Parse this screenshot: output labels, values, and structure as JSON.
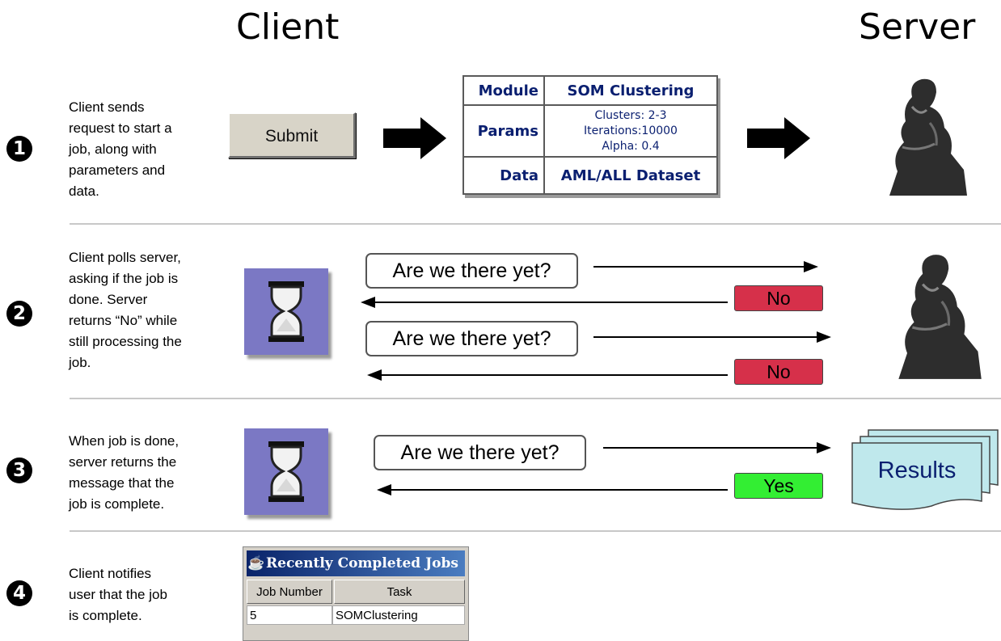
{
  "headings": {
    "client": "Client",
    "server": "Server"
  },
  "steps": [
    {
      "num": "1",
      "description": [
        "Client sends",
        "request to start a",
        "job, along with",
        "parameters and",
        "data."
      ]
    },
    {
      "num": "2",
      "description": [
        "Client polls server,",
        "asking if the job is",
        "done. Server",
        "returns “No” while",
        "still processing the",
        "job."
      ]
    },
    {
      "num": "3",
      "description": [
        "When job is done,",
        "server returns the",
        "message that the",
        "job is complete."
      ]
    },
    {
      "num": "4",
      "description": [
        "Client notifies",
        "user that the job",
        "is complete."
      ]
    }
  ],
  "submit_label": "Submit",
  "params_table": {
    "module_label": "Module",
    "module_value": "SOM Clustering",
    "params_label": "Params",
    "params_values": [
      "Clusters: 2-3",
      "Iterations:10000",
      "Alpha: 0.4"
    ],
    "data_label": "Data",
    "data_value": "AML/ALL Dataset"
  },
  "messages": {
    "poll_question": "Are we there yet?",
    "no": "No",
    "yes": "Yes",
    "results": "Results"
  },
  "jobs_window": {
    "title": "Recently Completed Jobs",
    "columns": [
      "Job Number",
      "Task"
    ],
    "rows": [
      {
        "job_number": "5",
        "task": "SOMClustering"
      }
    ]
  },
  "colors": {
    "no_bg": "#d6304a",
    "yes_bg": "#33ee33",
    "hourglass_bg": "#7b78c4",
    "results_bg": "#bfe8ec",
    "table_text": "#0a1f70"
  },
  "icons": [
    "hourglass-icon",
    "thinker-statue-icon",
    "arrow-right-icon",
    "arrow-left-icon",
    "java-cup-icon",
    "stacked-documents-icon"
  ]
}
